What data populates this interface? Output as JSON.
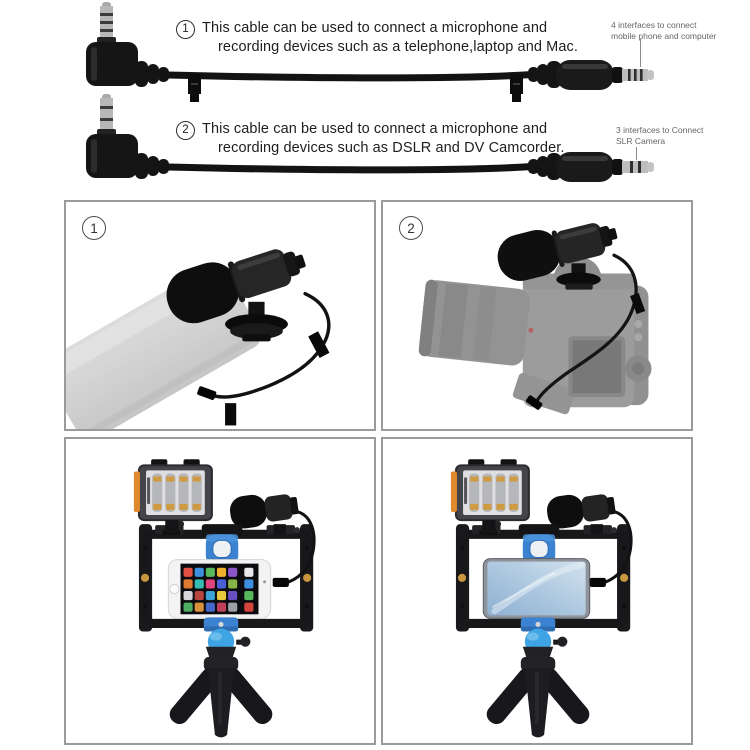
{
  "figure": {
    "cables": [
      {
        "number": "1",
        "description_lines": [
          "This cable can be used to connect a microphone and",
          "recording devices such as a telephone,laptop and Mac."
        ],
        "annotation_lines": [
          "4 interfaces to connect",
          "mobile phone and computer"
        ]
      },
      {
        "number": "2",
        "description_lines": [
          "This cable can be used to connect a microphone and",
          "recording devices such as DSLR and DV Camcorder."
        ],
        "annotation_lines": [
          "3 interfaces to Connect",
          "SLR Camera"
        ]
      }
    ],
    "panels": [
      {
        "number": "1",
        "scene": "shotgun-microphone-plugged-into-smartphone"
      },
      {
        "number": "2",
        "scene": "shotgun-microphone-mounted-on-dslr-camera"
      },
      {
        "scene": "smartphone-video-rig-kit-with-led-light-microphone-and-tripod-front-view"
      },
      {
        "scene": "smartphone-video-rig-kit-with-led-light-microphone-and-tripod-rear-view"
      }
    ]
  },
  "colors": {
    "background": "#ffffff",
    "panel_border": "#9a9a9a",
    "description_text": "#1e1e1e",
    "annotation_text": "#666666",
    "cable_black": "#141414",
    "plug_metal": "#bdbdbd",
    "ghost_phone_gray": "#c9c9c9",
    "ghost_camera_gray": "#8b8b8b",
    "rig_blue": "#3b82d0",
    "ballhead_blue": "#3ea4e4",
    "battery_amber": "#cf9a42",
    "led_strip_orange": "#e08a2d",
    "screw_gold": "#c9973f"
  }
}
